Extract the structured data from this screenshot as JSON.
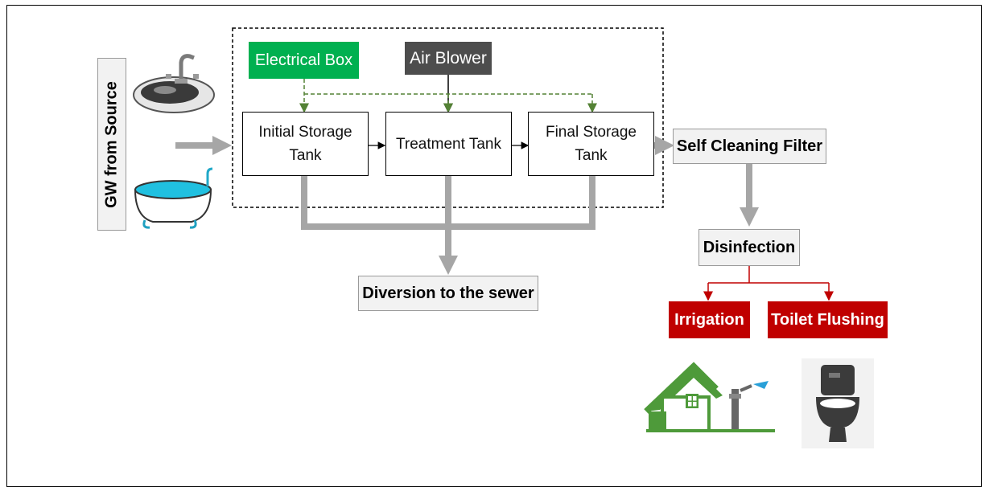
{
  "diagram": {
    "source_label": "GW from Source",
    "tanks": {
      "initial": "Initial Storage\nTank",
      "treatment": "Treatment Tank",
      "final": "Final Storage\nTank"
    },
    "electrical_box": "Electrical Box",
    "air_blower": "Air Blower",
    "self_cleaning_filter": "Self Cleaning Filter",
    "diversion": "Diversion to the sewer",
    "disinfection": "Disinfection",
    "irrigation": "Irrigation",
    "toilet_flushing": "Toilet Flushing",
    "colors": {
      "green": "#00b050",
      "dark_gray": "#4d4d4d",
      "red": "#c00000",
      "pipe_gray": "#a6a6a6",
      "dashed_green": "#548235"
    },
    "icons": [
      "sink-icon",
      "bathtub-icon",
      "house-irrigation-icon",
      "toilet-icon"
    ]
  }
}
